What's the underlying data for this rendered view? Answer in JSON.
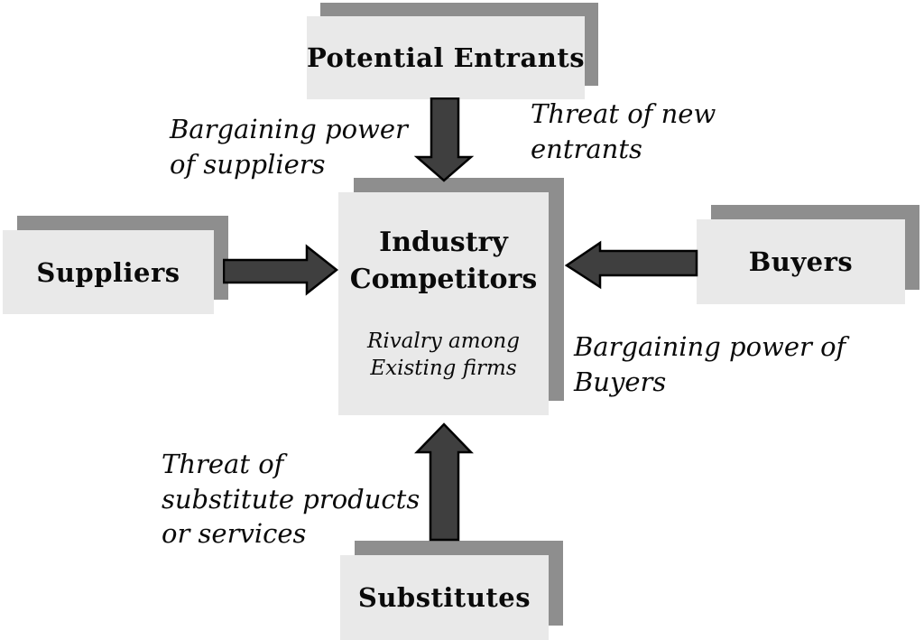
{
  "nodes": {
    "potential_entrants": {
      "label": "Potential Entrants"
    },
    "suppliers": {
      "label": "Suppliers"
    },
    "buyers": {
      "label": "Buyers"
    },
    "substitutes": {
      "label": "Substitutes"
    },
    "industry_competitors": {
      "title": "Industry\nCompetitors",
      "subtitle": "Rivalry among\nExisting firms"
    }
  },
  "annotations": {
    "supplier_power": "Bargaining power\nof suppliers",
    "new_entrants_threat": "Threat of new\nentrants",
    "buyer_power": "Bargaining power of\nBuyers",
    "substitute_threat": "Threat of\nsubstitute products\nor services"
  },
  "colors": {
    "background": "#ffffff",
    "box_face": "#e9e9e9",
    "box_shadow": "#8e8e8e",
    "arrow_fill": "#3f3f3f",
    "text": "#0a0a0a"
  }
}
